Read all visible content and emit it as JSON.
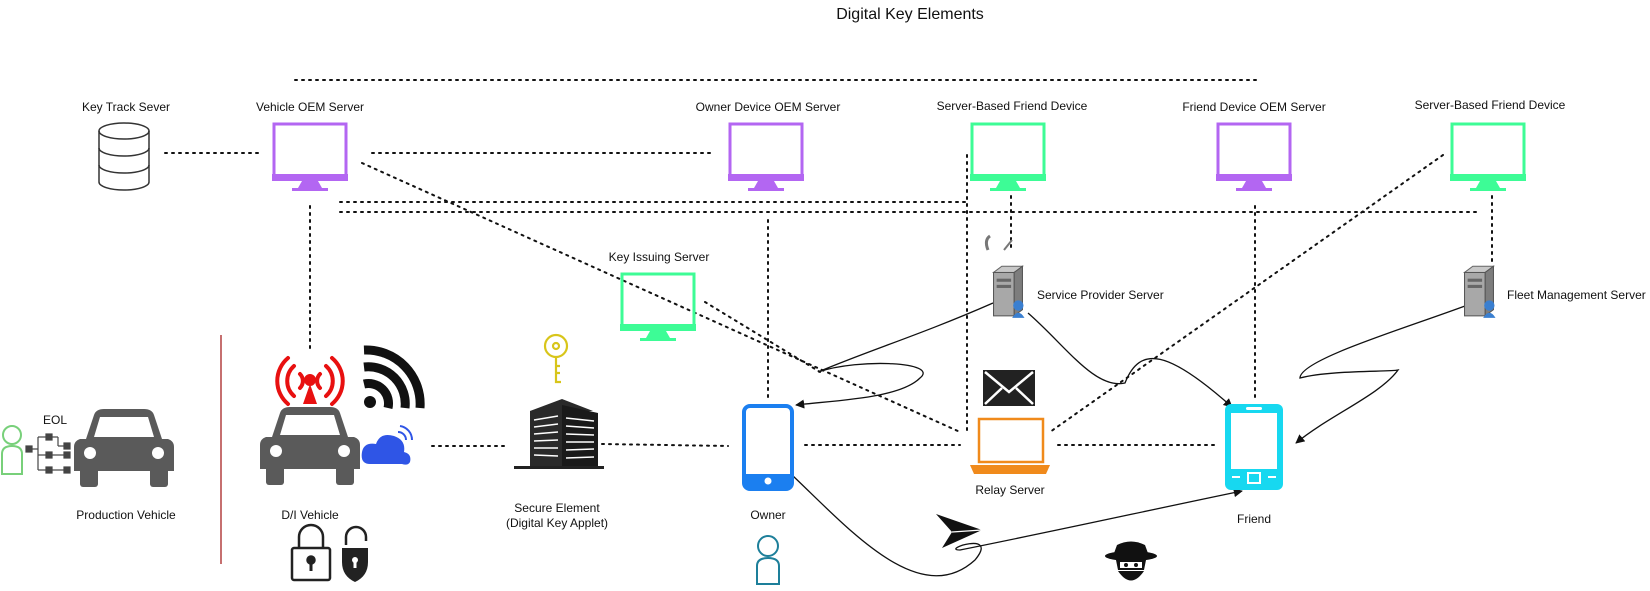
{
  "title": "Digital Key Elements",
  "labels": {
    "key_track_server": "Key Track Sever",
    "vehicle_oem_server": "Vehicle OEM Server",
    "owner_device_oem_server": "Owner Device OEM Server",
    "server_based_friend_device_1": "Server-Based Friend Device",
    "friend_device_oem_server": "Friend Device OEM Server",
    "server_based_friend_device_2": "Server-Based Friend Device",
    "key_issuing_server": "Key Issuing Server",
    "service_provider_server": "Service Provider Server",
    "fleet_management_server": "Fleet Management Server",
    "eol": "EOL",
    "production_vehicle": "Production Vehicle",
    "di_vehicle": "D/I Vehicle",
    "secure_element_line1": "Secure Element",
    "secure_element_line2": "(Digital Key Applet)",
    "owner": "Owner",
    "relay_server": "Relay Server",
    "friend": "Friend"
  },
  "colors": {
    "oem_monitor": "#b366f2",
    "server_monitor": "#3dfc96",
    "owner_phone": "#1b7ff0",
    "friend_phone": "#17d8f0",
    "laptop": "#f08a1b",
    "separator": "#a01010",
    "antenna_red": "#e81010",
    "cloud_blue": "#2f55e6",
    "person_green": "#78d07a",
    "person_teal": "#1d7f9a",
    "key_yellow": "#d8c51a",
    "car_gray": "#5a5a5a"
  },
  "icons": [
    "database-icon",
    "monitor-icon",
    "server-tower-icon",
    "car-icon",
    "antenna-icon",
    "wifi-icon",
    "cloud-icon",
    "building-icon",
    "key-icon",
    "phone-icon",
    "laptop-icon",
    "envelope-icon",
    "paper-plane-icon",
    "padlock-icon",
    "shield-lock-icon",
    "person-icon",
    "hierarchy-icon",
    "hacker-icon"
  ]
}
